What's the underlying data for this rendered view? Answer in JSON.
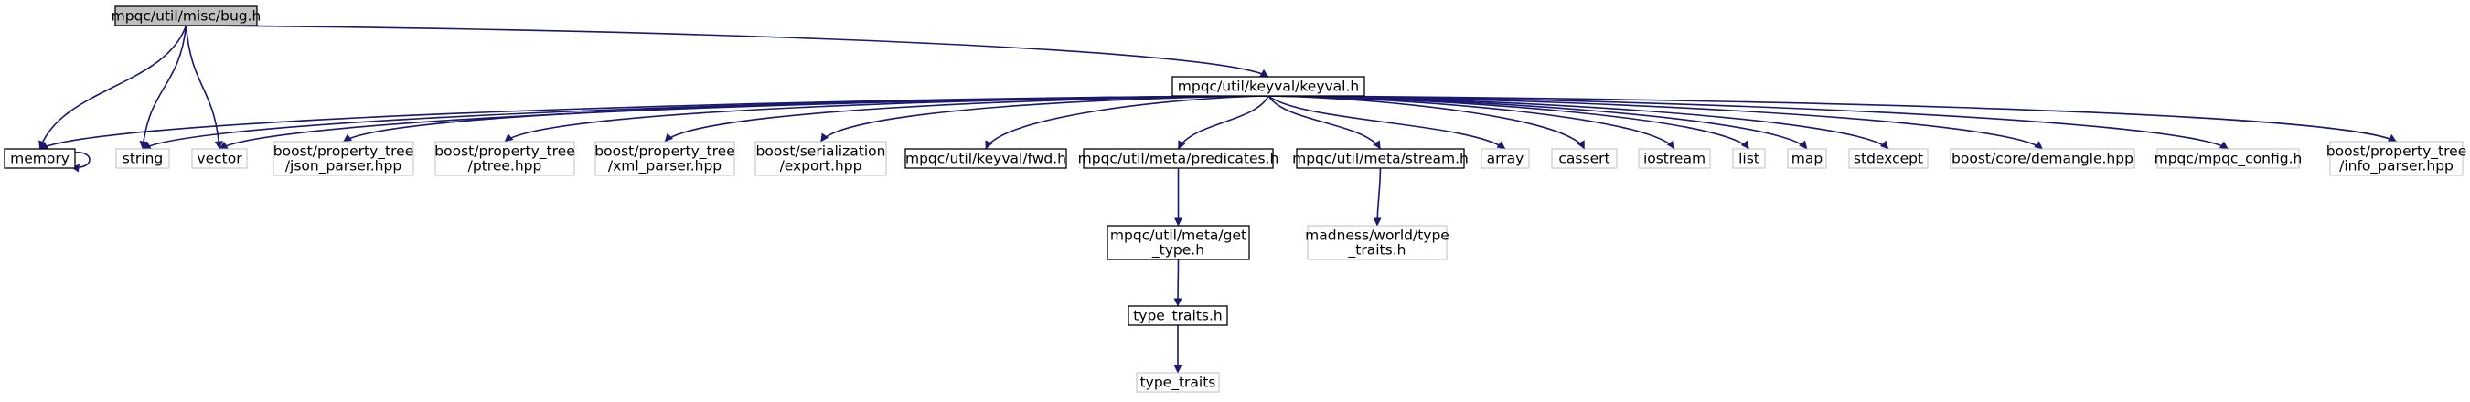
{
  "colors": {
    "edge": "#191970",
    "node_border_defined": "#000000",
    "node_border_external": "#bfbfbf",
    "root_fill": "#bfbfbf",
    "text": "#000000"
  },
  "nodes": {
    "bug": {
      "lines": [
        "mpqc/util/misc/bug.h"
      ],
      "kind": "root"
    },
    "keyval": {
      "lines": [
        "mpqc/util/keyval/keyval.h"
      ],
      "kind": "defined"
    },
    "memory": {
      "lines": [
        "memory"
      ],
      "kind": "defined"
    },
    "string": {
      "lines": [
        "string"
      ],
      "kind": "external"
    },
    "vector": {
      "lines": [
        "vector"
      ],
      "kind": "external"
    },
    "json_parser": {
      "lines": [
        "boost/property_tree",
        "/json_parser.hpp"
      ],
      "kind": "external"
    },
    "ptree": {
      "lines": [
        "boost/property_tree",
        "/ptree.hpp"
      ],
      "kind": "external"
    },
    "xml_parser": {
      "lines": [
        "boost/property_tree",
        "/xml_parser.hpp"
      ],
      "kind": "external"
    },
    "export": {
      "lines": [
        "boost/serialization",
        "/export.hpp"
      ],
      "kind": "external"
    },
    "fwd": {
      "lines": [
        "mpqc/util/keyval/fwd.h"
      ],
      "kind": "defined"
    },
    "predicates": {
      "lines": [
        "mpqc/util/meta/predicates.h"
      ],
      "kind": "defined"
    },
    "stream": {
      "lines": [
        "mpqc/util/meta/stream.h"
      ],
      "kind": "defined"
    },
    "array": {
      "lines": [
        "array"
      ],
      "kind": "external"
    },
    "cassert": {
      "lines": [
        "cassert"
      ],
      "kind": "external"
    },
    "iostream": {
      "lines": [
        "iostream"
      ],
      "kind": "external"
    },
    "list": {
      "lines": [
        "list"
      ],
      "kind": "external"
    },
    "map": {
      "lines": [
        "map"
      ],
      "kind": "external"
    },
    "stdexcept": {
      "lines": [
        "stdexcept"
      ],
      "kind": "external"
    },
    "demangle": {
      "lines": [
        "boost/core/demangle.hpp"
      ],
      "kind": "external"
    },
    "mpqc_config": {
      "lines": [
        "mpqc/mpqc_config.h"
      ],
      "kind": "external"
    },
    "info_parser": {
      "lines": [
        "boost/property_tree",
        "/info_parser.hpp"
      ],
      "kind": "external"
    },
    "get_type": {
      "lines": [
        "mpqc/util/meta/get",
        "_type.h"
      ],
      "kind": "defined"
    },
    "madness_type_traits": {
      "lines": [
        "madness/world/type",
        "_traits.h"
      ],
      "kind": "external"
    },
    "type_traits_h": {
      "lines": [
        "type_traits.h"
      ],
      "kind": "defined"
    },
    "type_traits": {
      "lines": [
        "type_traits"
      ],
      "kind": "external"
    }
  },
  "edges": [
    [
      "bug",
      "memory"
    ],
    [
      "bug",
      "string"
    ],
    [
      "bug",
      "vector"
    ],
    [
      "bug",
      "keyval"
    ],
    [
      "memory",
      "memory"
    ],
    [
      "keyval",
      "memory"
    ],
    [
      "keyval",
      "string"
    ],
    [
      "keyval",
      "vector"
    ],
    [
      "keyval",
      "json_parser"
    ],
    [
      "keyval",
      "ptree"
    ],
    [
      "keyval",
      "xml_parser"
    ],
    [
      "keyval",
      "export"
    ],
    [
      "keyval",
      "fwd"
    ],
    [
      "keyval",
      "predicates"
    ],
    [
      "keyval",
      "stream"
    ],
    [
      "keyval",
      "array"
    ],
    [
      "keyval",
      "cassert"
    ],
    [
      "keyval",
      "iostream"
    ],
    [
      "keyval",
      "list"
    ],
    [
      "keyval",
      "map"
    ],
    [
      "keyval",
      "stdexcept"
    ],
    [
      "keyval",
      "demangle"
    ],
    [
      "keyval",
      "mpqc_config"
    ],
    [
      "keyval",
      "info_parser"
    ],
    [
      "predicates",
      "get_type"
    ],
    [
      "get_type",
      "type_traits_h"
    ],
    [
      "type_traits_h",
      "type_traits"
    ],
    [
      "stream",
      "madness_type_traits"
    ]
  ]
}
